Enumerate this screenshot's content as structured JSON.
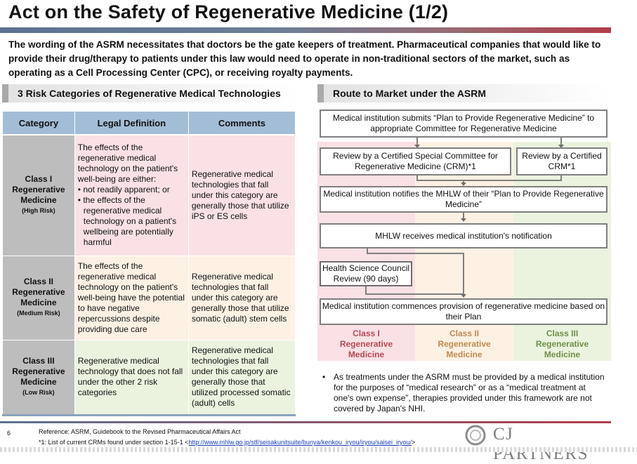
{
  "title": "Act on the Safety of Regenerative Medicine (1/2)",
  "intro": "The wording of the ASRM necessitates that doctors be the gate keepers of treatment.  Pharmaceutical companies that would like to provide their drug/therapy to patients under this law would need to operate in non-traditional sectors of the market, such as operating as a Cell Processing Center (CPC), or receiving royalty payments.",
  "left_section": {
    "heading": "3 Risk Categories of Regenerative Medical Technologies",
    "columns": [
      "Category",
      "Legal Definition",
      "Comments"
    ],
    "rows": [
      {
        "cat_line1": "Class I",
        "cat_line2": "Regenerative",
        "cat_line3": "Medicine",
        "risk": "(High Risk)",
        "def_intro": "The effects of the regenerative medical technology on the patient's well-being are either:",
        "def_b1": "• not readily apparent; or",
        "def_b2": "• the effects of the regenerative medical technology on a patient's wellbeing are potentially harmful",
        "comment": "Regenerative medical technologies that fall under this category are generally those that utilize iPS or ES cells"
      },
      {
        "cat_line1": "Class II",
        "cat_line2": "Regenerative",
        "cat_line3": "Medicine",
        "risk": "(Medium Risk)",
        "def": "The effects of the regenerative medical technology on the patient's well-being have the potential to have negative repercussions despite providing due care",
        "comment": "Regenerative medical technologies that fall under this category are generally those that utilize somatic (adult) stem cells"
      },
      {
        "cat_line1": "Class III",
        "cat_line2": "Regenerative",
        "cat_line3": "Medicine",
        "risk": "(Low Risk)",
        "def": "Regenerative medical technology that does not fall under the other 2 risk categories",
        "comment": "Regenerative medical technologies that fall under this category are generally those that utilized processed somatic (adult) cells"
      }
    ]
  },
  "right_section": {
    "heading": "Route to Market under the ASRM",
    "steps": {
      "submit": "Medical institution submits “Plan to Provide Regenerative Medicine” to appropriate Committee for Regenerative Medicine",
      "review_crm": "Review by a Certified Special Committee for Regenerative Medicine (CRM)*1",
      "review_certified": "Review by a Certified CRM*1",
      "notify": "Medical institution notifies the MHLW of their “Plan to Provide Regenerative Medicine”",
      "mhlw": "MHLW receives medical institution's notification",
      "council": "Health Science Council Review (90 days)",
      "commence": "Medical institution commences provision of regenerative medicine based on their Plan"
    },
    "bands": [
      {
        "line1": "Class I",
        "line2": "Regenerative",
        "line3": "Medicine",
        "color": "#b54a55"
      },
      {
        "line1": "Class II",
        "line2": "Regenerative",
        "line3": "Medicine",
        "color": "#c28a4e"
      },
      {
        "line1": "Class III",
        "line2": "Regenerative",
        "line3": "Medicine",
        "color": "#6f8f4a"
      }
    ],
    "bullet": "As treatments under the ASRM must be provided by a medical institution for the purposes of “medical research” or as a “medical treatment at one's own expense”, therapies provided under this framework are not covered by Japan's NHI."
  },
  "footer": {
    "page_number": "6",
    "reference": "Reference:  ASRM, Guidebook to the Revised Pharmaceutical Affairs Act",
    "note_prefix": "*1:  List of current CRMs found under section 1-15-1 <",
    "note_link": "http://www.mhlw.go.jp/stf/seisakunitsuite/bunya/kenkou_iryou/iryou/saisei_iryou/",
    "note_suffix": ">",
    "logo_text": "CJ PARTNERS"
  },
  "colors": {
    "header_blue": "#a3bdd6",
    "class1_pink": "#f9e1e5",
    "class2_peach": "#fdf1e4",
    "class3_green": "#ebf3df",
    "category_gray": "#bdbdbd"
  }
}
